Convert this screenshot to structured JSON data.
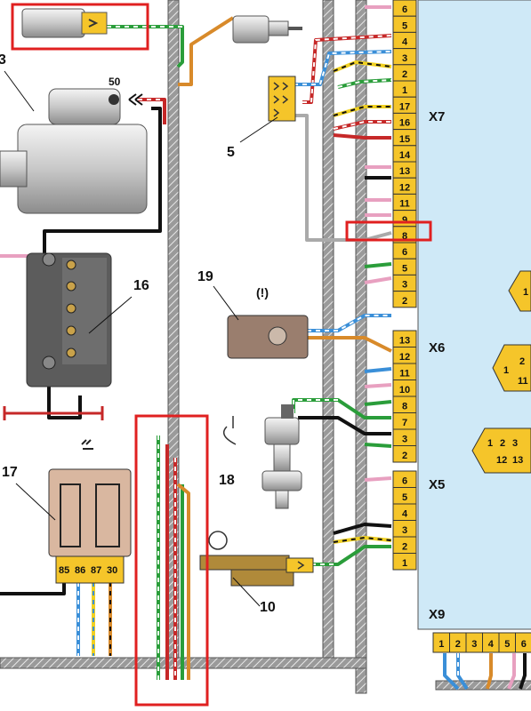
{
  "components": {
    "starter": {
      "id": "3",
      "terminal": "50"
    },
    "fuse_block": {
      "id": "16"
    },
    "relay": {
      "id": "17",
      "pins": [
        "85",
        "86",
        "87",
        "30"
      ]
    },
    "connector_5": {
      "id": "5"
    },
    "sensor_19": {
      "id": "19",
      "symbol": "(!)"
    },
    "temp_sensor": {
      "id": "18"
    },
    "switch_10": {
      "id": "10"
    }
  },
  "ecu": {
    "x7": {
      "label": "X7",
      "pins": [
        "6",
        "5",
        "4",
        "3",
        "2",
        "1",
        "17",
        "16",
        "15",
        "14",
        "13",
        "12",
        "11",
        "9",
        "8",
        "6",
        "5",
        "3",
        "2"
      ]
    },
    "x6": {
      "label": "X6",
      "pins": [
        "13",
        "12",
        "11",
        "10",
        "8",
        "7",
        "3",
        "2"
      ]
    },
    "x5": {
      "label": "X5",
      "pins": [
        "6",
        "5",
        "4",
        "3",
        "2",
        "1"
      ]
    },
    "x9": {
      "label": "X9",
      "pins": [
        "1",
        "2",
        "3",
        "4",
        "5",
        "6"
      ]
    },
    "side_plugs": [
      {
        "pins": [
          "1"
        ]
      },
      {
        "pins": [
          "2",
          "1",
          "11"
        ]
      },
      {
        "pins": [
          "1",
          "2",
          "3",
          "12",
          "13"
        ]
      }
    ]
  },
  "highlight_color": "#e02020",
  "harness_color": "#8a8a8a",
  "ecu_color": "#cfe9f7",
  "connector_color": "#f5c52a"
}
